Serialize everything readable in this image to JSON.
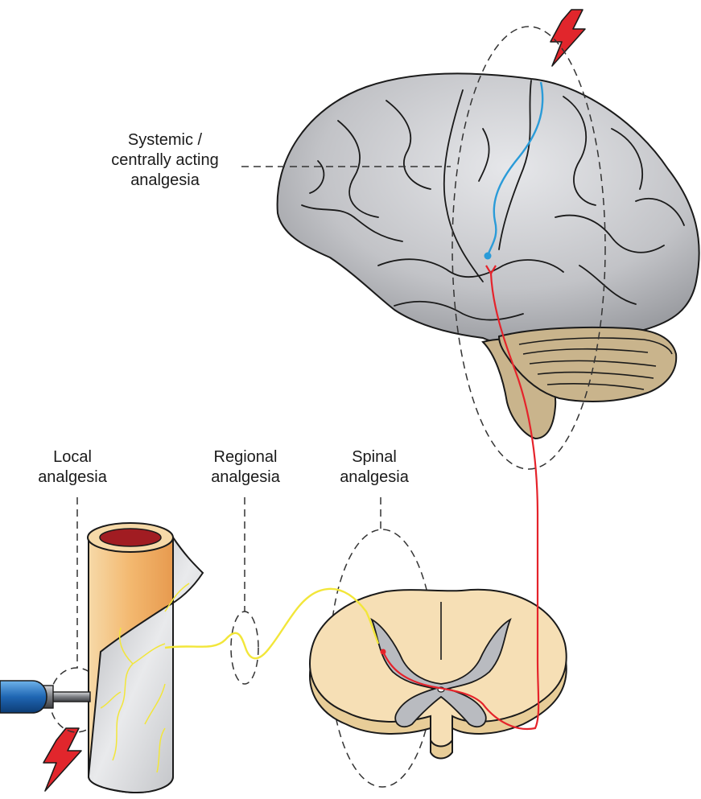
{
  "labels": {
    "systemic": [
      "Systemic /",
      "centrally acting",
      "analgesia"
    ],
    "local": [
      "Local",
      "analgesia"
    ],
    "regional": [
      "Regional",
      "analgesia"
    ],
    "spinal": [
      "Spinal",
      "analgesia"
    ]
  },
  "colors": {
    "brain": "#c2c3c7",
    "cerebellum": "#c9b48c",
    "spinal_cord": "#f6dfb5",
    "grey_matter": "#b9bbc0",
    "nerve_fibre": "#f2e63a",
    "ascending_pathway": "#e5232b",
    "descending_pathway": "#2a9bd8",
    "pain_bolt": "#e1262c",
    "syringe": "#1f66b3"
  },
  "icons": [
    "lightning-bolt-icon",
    "syringe-icon"
  ]
}
